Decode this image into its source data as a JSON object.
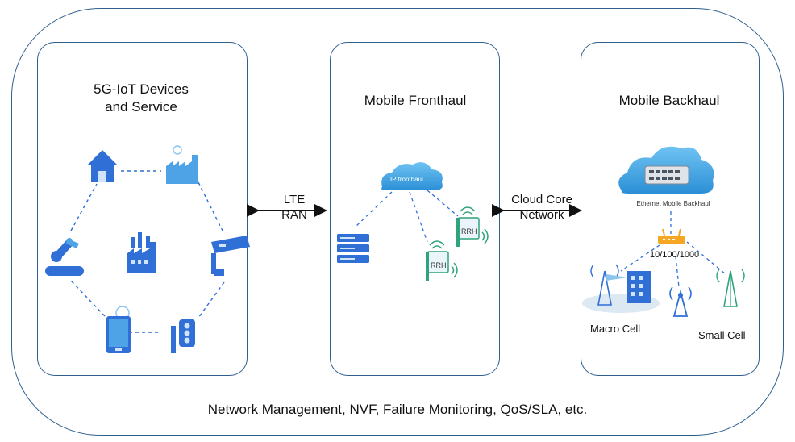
{
  "panels": {
    "iot": {
      "title_line1": "5G-IoT Devices",
      "title_line2": "and Service"
    },
    "fronthaul": {
      "title": "Mobile Fronthaul",
      "cloud_label": "IP fronthaul",
      "rrh_label": "RRH"
    },
    "backhaul": {
      "title": "Mobile Backhaul",
      "cloud_label": "Ethernet Mobile Backhaul",
      "switch_label": "10/100/1000",
      "macro_label": "Macro Cell",
      "small_label": "Small Cell"
    }
  },
  "links": {
    "lte_line1": "LTE",
    "lte_line2": "RAN",
    "core_line1": "Cloud Core",
    "core_line2": "Network"
  },
  "footer": "Network Management, NVF, Failure Monitoring, QoS/SLA, etc.",
  "colors": {
    "frame": "#2f5f8f",
    "icon_blue": "#2f6fd6",
    "icon_light": "#4ea3e6",
    "green": "#2fa37a",
    "orange": "#f5a623"
  },
  "icons": [
    "house-icon",
    "factory-icon",
    "robot-arm-icon",
    "security-camera-icon",
    "smartphone-icon",
    "traffic-light-icon",
    "server-icon",
    "cloud-icon",
    "rrh-icon",
    "router-icon",
    "cell-tower-icon"
  ]
}
